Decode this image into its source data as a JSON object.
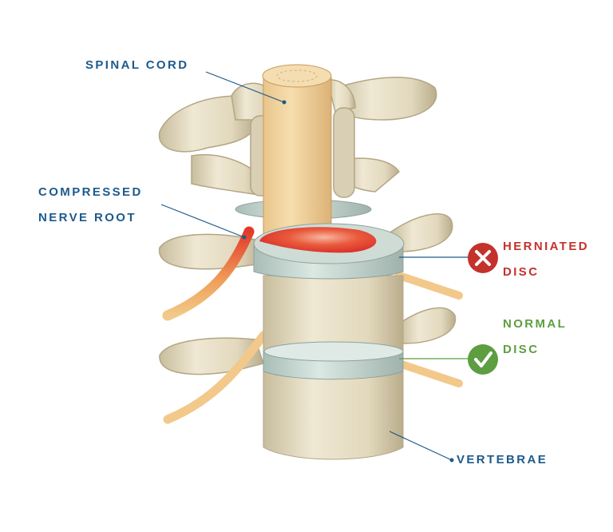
{
  "labels": {
    "spinal_cord": "SPINAL CORD",
    "compressed_line1": "COMPRESSED",
    "compressed_line2": "NERVE ROOT",
    "herniated_line1": "HERNIATED",
    "herniated_line2": "DISC",
    "normal_line1": "NORMAL",
    "normal_line2": "DISC",
    "vertebrae": "VERTEBRAE"
  },
  "icons": {
    "herniated": "x-circle-icon",
    "normal": "check-circle-icon"
  },
  "colors": {
    "label_blue": "#1d5a8c",
    "herniated_red": "#c4322c",
    "normal_green": "#5c9e40",
    "bone": "#e8dfc6",
    "nerve": "#f2c98a",
    "inflammation": "#e8452e"
  }
}
